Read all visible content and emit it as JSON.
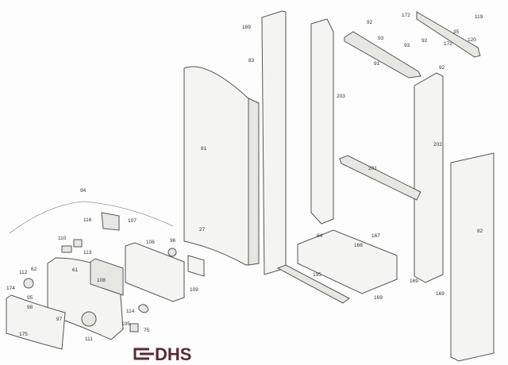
{
  "labels": [
    "169",
    "83",
    "203",
    "81",
    "27",
    "202",
    "201",
    "82",
    "84",
    "167",
    "166",
    "195",
    "169",
    "169",
    "169",
    "92",
    "172",
    "93",
    "93",
    "35",
    "119",
    "120",
    "92",
    "172",
    "91",
    "92",
    "94",
    "116",
    "107",
    "110",
    "113",
    "106",
    "96",
    "61",
    "112",
    "62",
    "108",
    "109",
    "174",
    "95",
    "98",
    "97",
    "105",
    "114",
    "75",
    "111",
    "175"
  ],
  "logo": {
    "text": "DHS",
    "color": "#5a2a35"
  }
}
